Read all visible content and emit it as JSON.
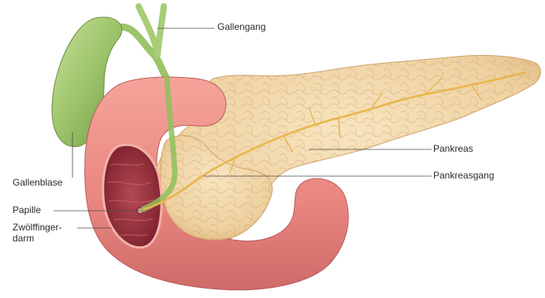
{
  "labels": {
    "gallengang": "Gallengang",
    "pankreas": "Pankreas",
    "pankreasgang": "Pankreasgang",
    "gallenblase": "Gallenblase",
    "papille": "Papille",
    "zwoelffinger_line1": "Zwölffinger-",
    "zwoelffinger_line2": "darm"
  },
  "colors": {
    "gallbladder": "#9cc46a",
    "duodenum": "#e9857f",
    "duodenum_inner": "#8e2a36",
    "pancreas": "#f0d6a6",
    "duct": "#e8b64c",
    "leader_line": "#4a4a4a"
  }
}
